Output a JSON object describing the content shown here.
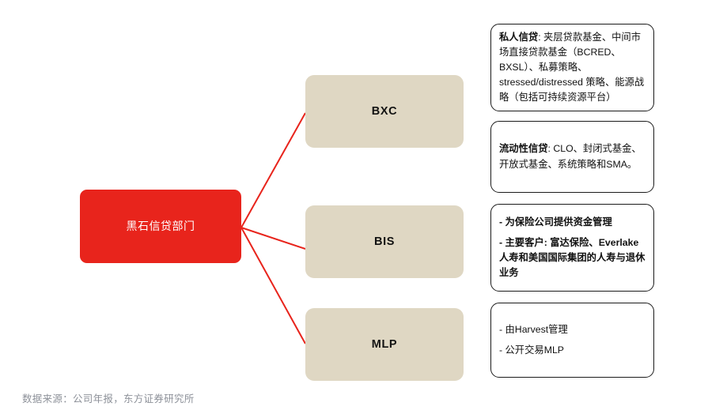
{
  "diagram": {
    "root": {
      "label": "黑石信贷部门",
      "color": "#e8241c",
      "text_color": "#ffffff"
    },
    "branches": [
      {
        "label": "BXC",
        "color": "#dfd7c3"
      },
      {
        "label": "BIS",
        "color": "#dfd7c3"
      },
      {
        "label": "MLP",
        "color": "#dfd7c3"
      }
    ],
    "descriptions": [
      {
        "name": "private-credit",
        "paragraphs": [
          {
            "lead": "私人信贷",
            "separator": ": ",
            "body": "夹层贷款基金、中间市场直接贷款基金（BCRED、BXSL）、私募策略、stressed/distressed 策略、能源战略（包括可持续资源平台）",
            "bold": false
          }
        ]
      },
      {
        "name": "liquid-credit",
        "paragraphs": [
          {
            "lead": "流动性信贷",
            "separator": ": ",
            "body": "CLO、封闭式基金、开放式基金、系统策略和SMA。",
            "bold": false
          }
        ]
      },
      {
        "name": "insurance-solutions",
        "paragraphs": [
          {
            "lead": "",
            "separator": "",
            "body": "- 为保险公司提供资金管理",
            "bold": true
          },
          {
            "lead": "",
            "separator": "",
            "body": "- 主要客户: 富达保险、Everlake人寿和美国国际集团的人寿与退休业务",
            "bold": true
          }
        ]
      },
      {
        "name": "mlp-details",
        "paragraphs": [
          {
            "lead": "",
            "separator": "",
            "body": "- 由Harvest管理",
            "bold": false
          },
          {
            "lead": "",
            "separator": "",
            "body": "- 公开交易MLP",
            "bold": false
          }
        ]
      }
    ],
    "connector_color": "#e8241c"
  },
  "footer": {
    "source": "数据来源：公司年报，东方证券研究所",
    "color": "#8d9199"
  }
}
